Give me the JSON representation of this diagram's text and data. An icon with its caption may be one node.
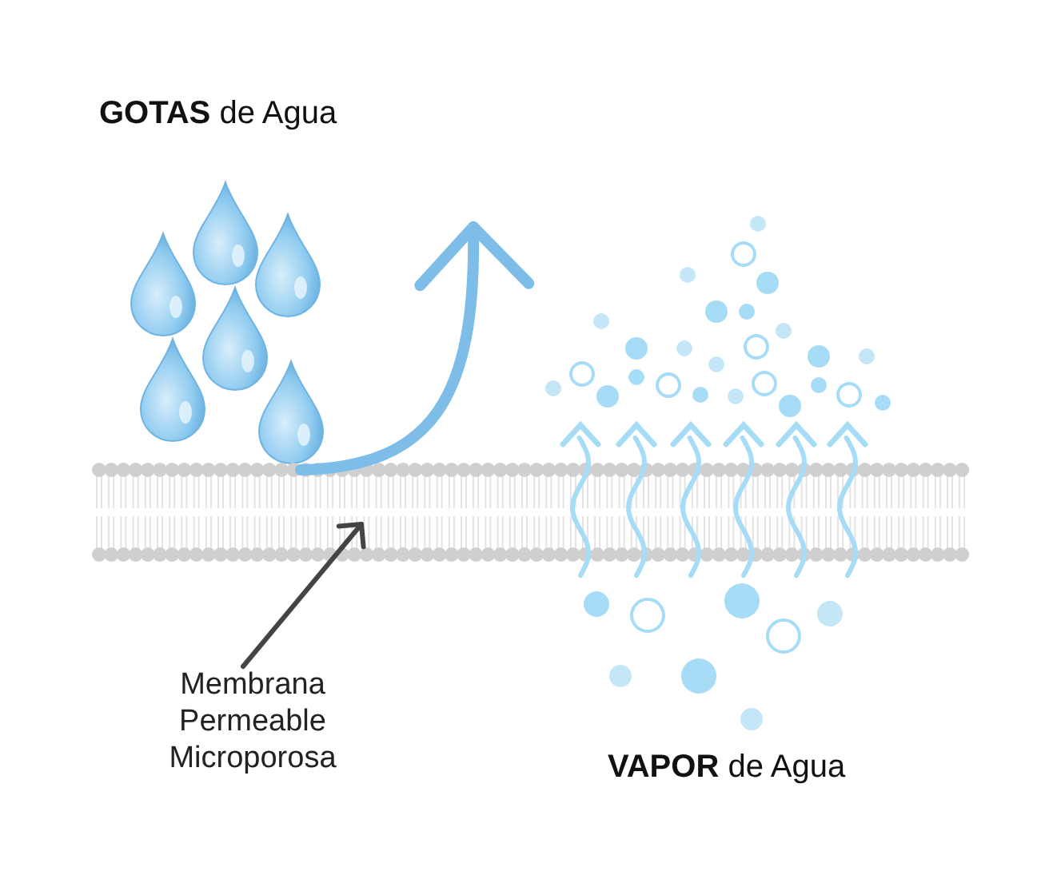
{
  "diagram": {
    "nodes": [
      {
        "text": [],
        "shape": "picture"
      },
      {
        "text": [],
        "shape": "bar"
      },
      {
        "text": [
          "Membrana Permeable Microporosa"
        ]
      },
      {
        "text": [],
        "shape": "picture"
      }
    ],
    "edges": [
      {
        "from": 0,
        "to": null,
        "arrow": "to",
        "style": "thick",
        "color": "#7dbde8"
      },
      {
        "from": 2,
        "to": 1,
        "arrow": "to",
        "color": "#444444"
      }
    ],
    "labels": [
      "**GOTAS** de Agua",
      "**VAPOR** de Agua"
    ]
  }
}
